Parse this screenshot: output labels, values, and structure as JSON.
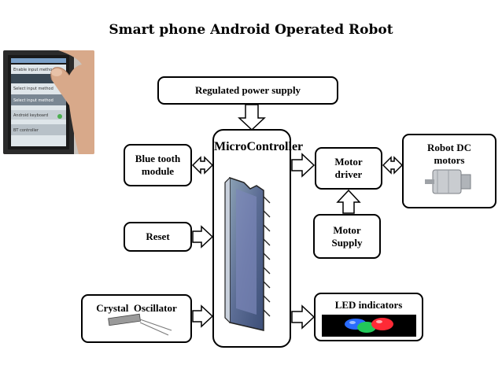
{
  "title": "Smart phone Android Operated Robot",
  "blocks": {
    "power": "Regulated power supply",
    "bluetooth": "Blue tooth module",
    "reset": "Reset",
    "crystal": "Crystal  Oscillator",
    "microcontroller": "MicroController",
    "motor_driver": "Motor driver",
    "motor_supply": "Motor Supply",
    "robot": "Robot DC motors",
    "led": "LED indicators"
  },
  "phone_screen": {
    "lines": [
      "Enable input method",
      "Select input method",
      "Select input method",
      "Android keyboard",
      "BT controller"
    ]
  },
  "colors": {
    "led_blue": "#2a6cff",
    "led_green": "#22c95a",
    "led_red": "#ff2a36"
  }
}
